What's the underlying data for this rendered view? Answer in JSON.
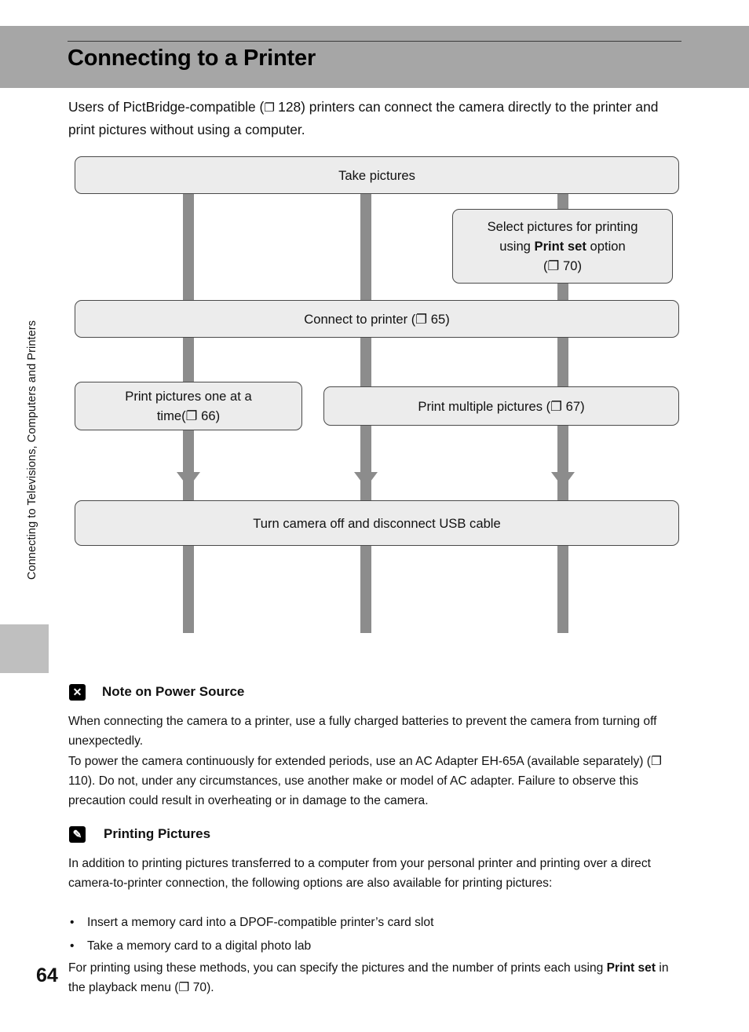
{
  "header": {
    "title": "Connecting to a Printer"
  },
  "sidebar": {
    "vertical_label": "Connecting to Televisions, Computers and Printers"
  },
  "intro": {
    "text": "Users of PictBridge-compatible (❐ 128) printers can connect the camera directly to the printer and print pictures without using a computer."
  },
  "flowchart": {
    "boxes": [
      {
        "id": "take-pictures",
        "label": "Take pictures"
      },
      {
        "id": "select-pictures",
        "label_line1": "Select pictures for printing",
        "label_line2_pre": "using ",
        "label_line2_bold": "Print set",
        "label_line2_post": " option",
        "label_line3": "(❐ 70)"
      },
      {
        "id": "connect-to-printer",
        "label": "Connect to printer (❐ 65)"
      },
      {
        "id": "print-one-at-a-time",
        "label_line1": "Print pictures one at a",
        "label_line2": "time(❐ 66)"
      },
      {
        "id": "print-multiple",
        "label": "Print multiple pictures (❐ 67)"
      },
      {
        "id": "turn-camera-off",
        "label": "Turn camera off and disconnect USB cable"
      }
    ]
  },
  "notes": [
    {
      "id": "note-power-source",
      "icon": "caution-icon",
      "icon_glyph": "✕",
      "title": "Note on Power Source",
      "paragraphs": [
        "When connecting the camera to a printer, use a fully charged batteries to prevent the camera from turning off unexpectedly.",
        "To power the camera continuously for extended periods, use an AC Adapter EH-65A (available separately) (❐ 110). Do not, under any circumstances, use another make or model of AC adapter. Failure to observe this precaution could result in overheating or in damage to the camera."
      ]
    },
    {
      "id": "note-printing-pictures",
      "icon": "pencil-icon",
      "icon_glyph": "✎",
      "title": "Printing Pictures",
      "paragraphs": [
        "In addition to printing pictures transferred to a computer from your personal printer and printing over a direct camera-to-printer connection, the following options are also available for printing pictures:"
      ],
      "bullets": [
        "Insert a memory card into a DPOF-compatible printer’s card slot",
        "Take a memory card to a digital photo lab"
      ],
      "closing_pre": "For printing using these methods, you can specify the pictures and the number of prints each using ",
      "closing_bold": "Print set",
      "closing_post": " in the playback menu (❐ 70)."
    }
  ],
  "footer": {
    "page_number": "64"
  }
}
